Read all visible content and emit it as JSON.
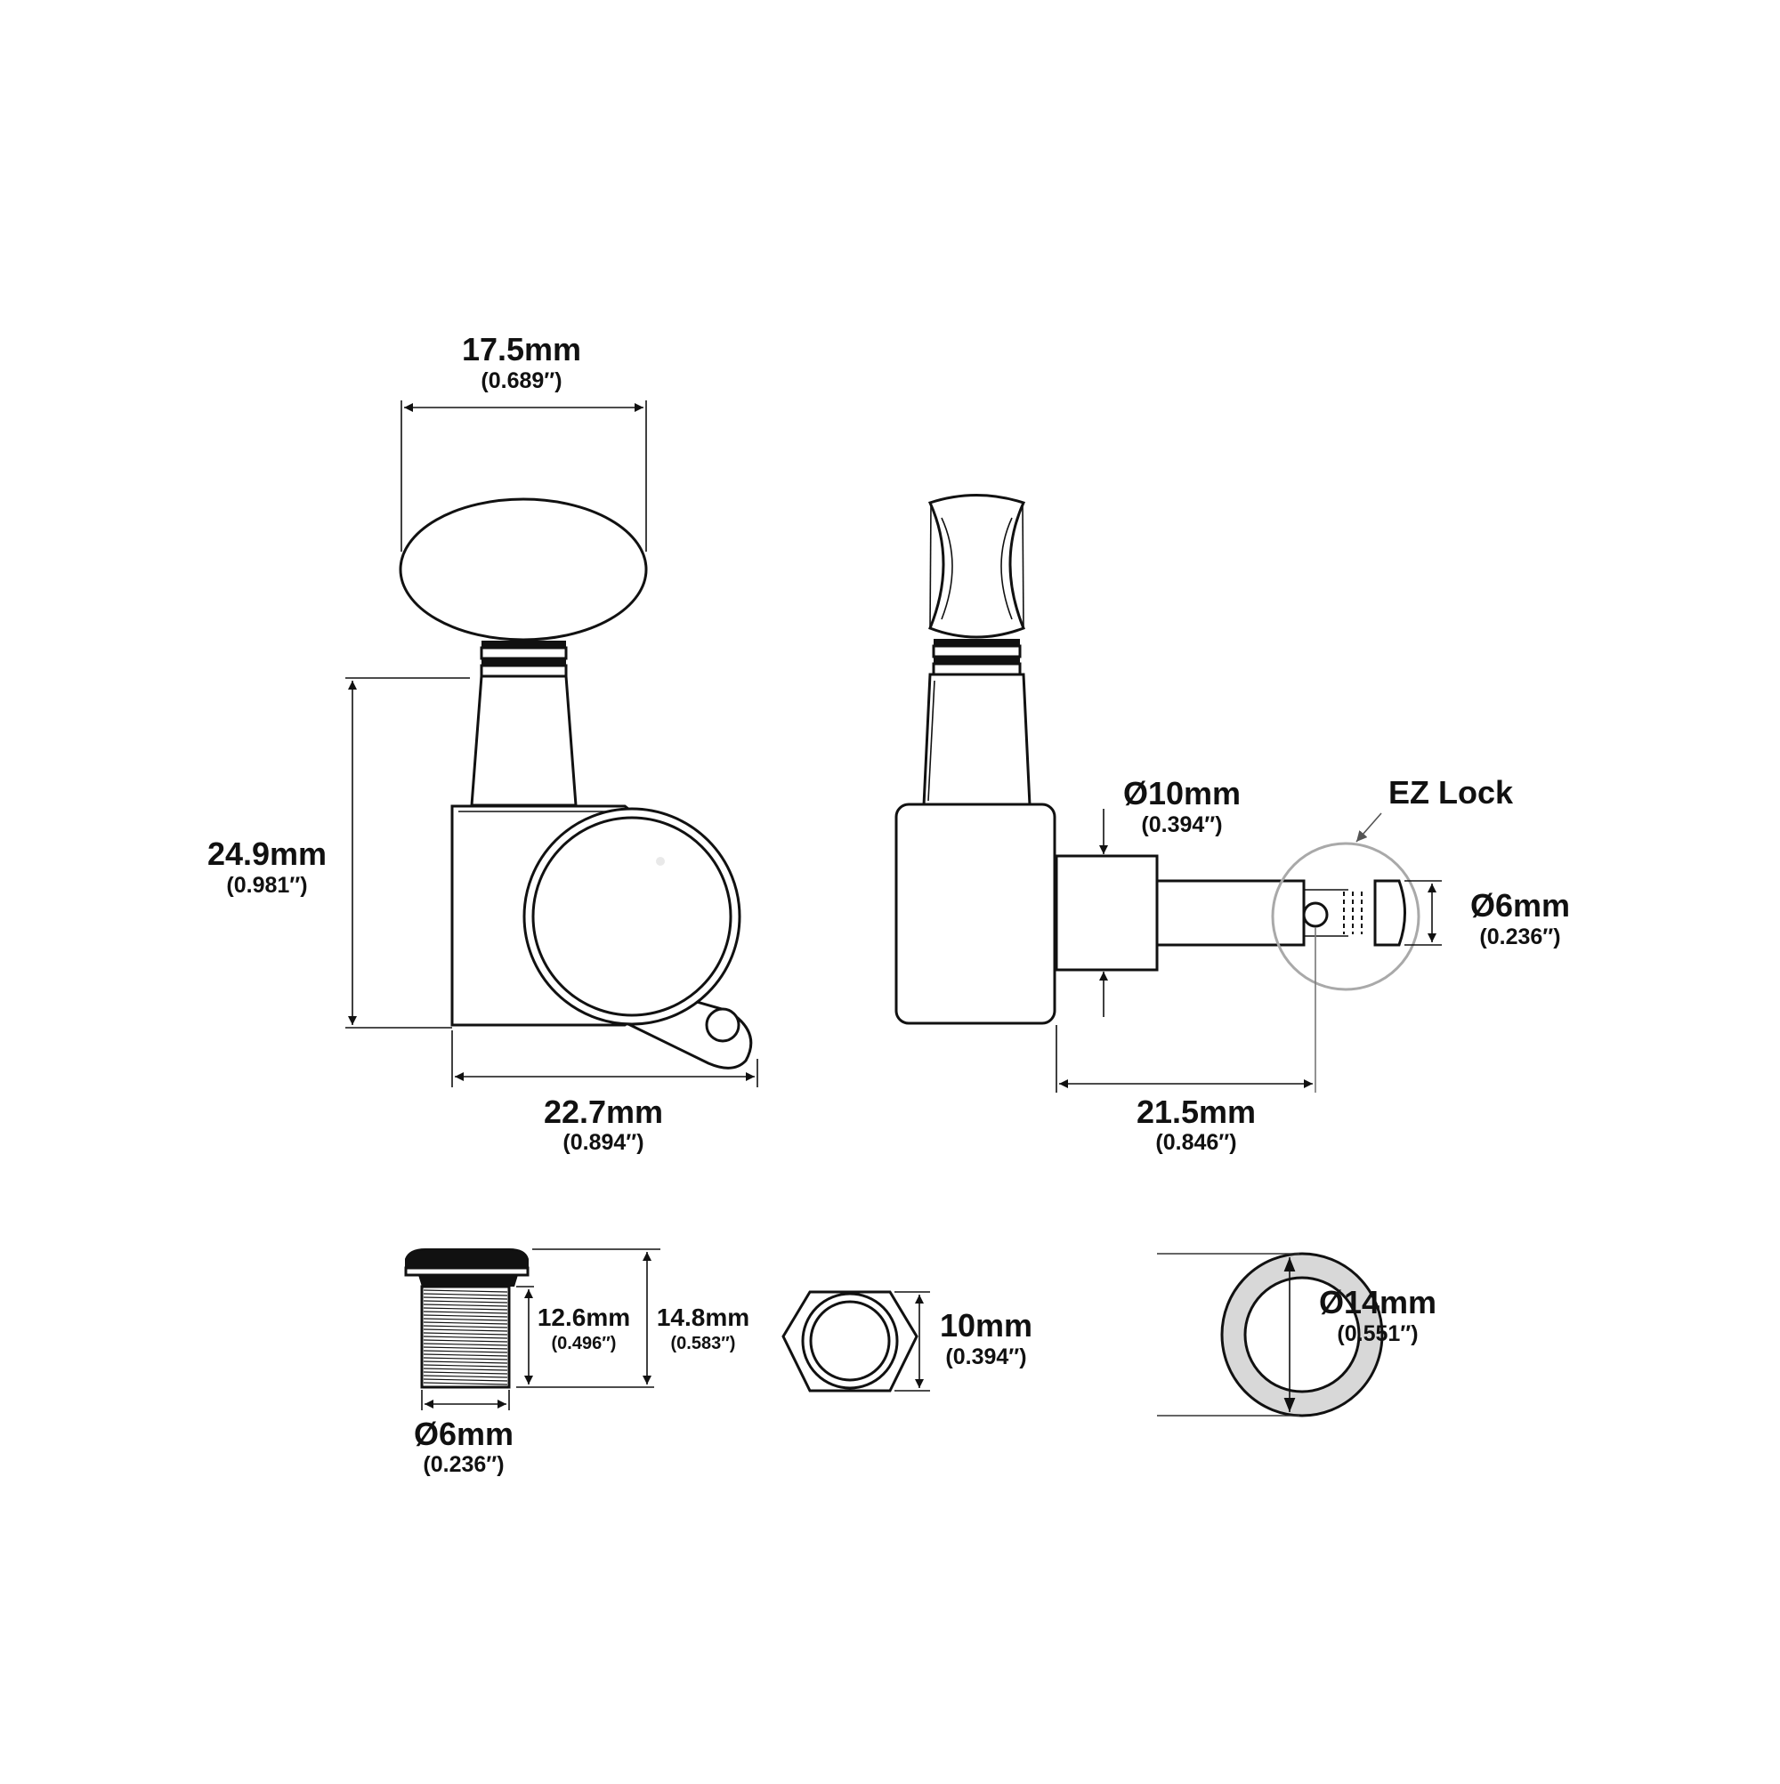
{
  "front_view": {
    "knob_width": {
      "mm": "17.5mm",
      "inch": "(0.689″)"
    },
    "height": {
      "mm": "24.9mm",
      "inch": "(0.981″)"
    },
    "width": {
      "mm": "22.7mm",
      "inch": "(0.894″)"
    }
  },
  "side_view": {
    "post_diameter": {
      "mm": "Ø10mm",
      "inch": "(0.394″)"
    },
    "shaft_diameter": {
      "mm": "Ø6mm",
      "inch": "(0.236″)"
    },
    "shaft_length": {
      "mm": "21.5mm",
      "inch": "(0.846″)"
    },
    "lock_label": "EZ Lock"
  },
  "bushing": {
    "thread_length": {
      "mm": "12.6mm",
      "inch": "(0.496″)"
    },
    "total_length": {
      "mm": "14.8mm",
      "inch": "(0.583″)"
    },
    "diameter": {
      "mm": "Ø6mm",
      "inch": "(0.236″)"
    }
  },
  "nut": {
    "size": {
      "mm": "10mm",
      "inch": "(0.394″)"
    }
  },
  "washer": {
    "diameter": {
      "mm": "Ø14mm",
      "inch": "(0.551″)"
    }
  },
  "colors": {
    "line": "#111111",
    "highlight": "#a9a9a9",
    "washer_fill": "#d8d8d8"
  }
}
